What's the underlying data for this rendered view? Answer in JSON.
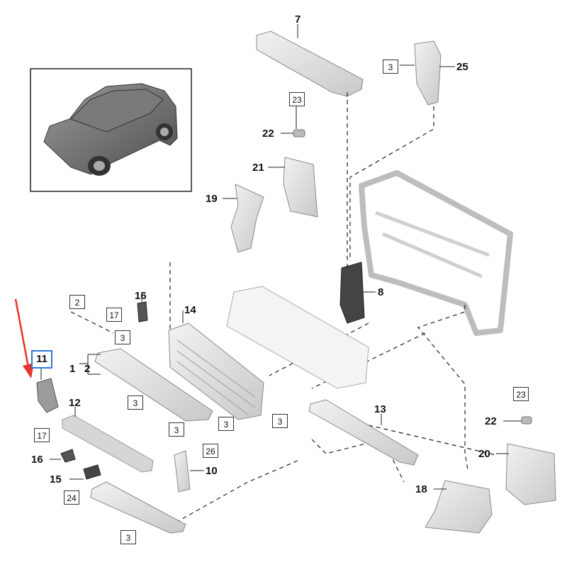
{
  "colors": {
    "part_fill": "#e6e6e6",
    "part_stroke": "#8a8a8a",
    "line": "#222222",
    "highlight_box": "#2a7ad8",
    "arrow": "#e8332a"
  },
  "icons": {
    "vehicle_inset": "suv-car-icon",
    "pointer": "red-arrow-icon"
  },
  "labels": [
    {
      "id": "l7",
      "text": "7"
    },
    {
      "id": "l25",
      "text": "25"
    },
    {
      "id": "l22a",
      "text": "22"
    },
    {
      "id": "l21",
      "text": "21"
    },
    {
      "id": "l19",
      "text": "19"
    },
    {
      "id": "l8",
      "text": "8"
    },
    {
      "id": "l16a",
      "text": "16"
    },
    {
      "id": "l14",
      "text": "14"
    },
    {
      "id": "l1",
      "text": "1"
    },
    {
      "id": "l2",
      "text": "2"
    },
    {
      "id": "l12",
      "text": "12"
    },
    {
      "id": "l13",
      "text": "13"
    },
    {
      "id": "l22b",
      "text": "22"
    },
    {
      "id": "l20",
      "text": "20"
    },
    {
      "id": "l16b",
      "text": "16"
    },
    {
      "id": "l15",
      "text": "15"
    },
    {
      "id": "l10",
      "text": "10"
    },
    {
      "id": "l18",
      "text": "18"
    }
  ],
  "boxes": [
    {
      "id": "b3a",
      "text": "3"
    },
    {
      "id": "b23a",
      "text": "23"
    },
    {
      "id": "b2",
      "text": "2"
    },
    {
      "id": "b17a",
      "text": "17"
    },
    {
      "id": "b3b",
      "text": "3"
    },
    {
      "id": "b11",
      "text": "11"
    },
    {
      "id": "b3c",
      "text": "3"
    },
    {
      "id": "b3d",
      "text": "3"
    },
    {
      "id": "b3e",
      "text": "3"
    },
    {
      "id": "b3f",
      "text": "3"
    },
    {
      "id": "b23b",
      "text": "23"
    },
    {
      "id": "b17b",
      "text": "17"
    },
    {
      "id": "b26",
      "text": "26"
    },
    {
      "id": "b24",
      "text": "24"
    },
    {
      "id": "b3g",
      "text": "3"
    }
  ]
}
